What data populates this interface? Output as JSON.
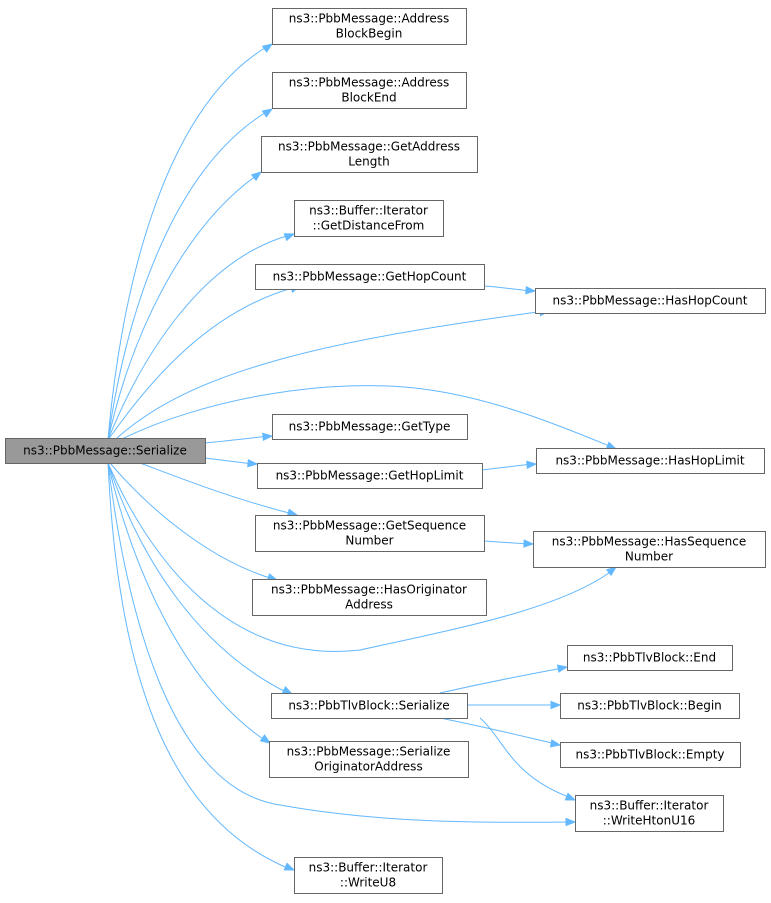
{
  "diagram": {
    "root": "ns3::PbbMessage::Serialize",
    "nodes": [
      {
        "id": "root",
        "lines": [
          "ns3::PbbMessage::Serialize"
        ],
        "root": true
      },
      {
        "id": "addrBegin",
        "lines": [
          "ns3::PbbMessage::Address",
          "BlockBegin"
        ]
      },
      {
        "id": "addrEnd",
        "lines": [
          "ns3::PbbMessage::Address",
          "BlockEnd"
        ]
      },
      {
        "id": "getAddrLen",
        "lines": [
          "ns3::PbbMessage::GetAddress",
          "Length"
        ]
      },
      {
        "id": "getDist",
        "lines": [
          "ns3::Buffer::Iterator",
          "::GetDistanceFrom"
        ]
      },
      {
        "id": "getHopCount",
        "lines": [
          "ns3::PbbMessage::GetHopCount"
        ]
      },
      {
        "id": "hasHopCount",
        "lines": [
          "ns3::PbbMessage::HasHopCount"
        ]
      },
      {
        "id": "getType",
        "lines": [
          "ns3::PbbMessage::GetType"
        ]
      },
      {
        "id": "hasHopLimit",
        "lines": [
          "ns3::PbbMessage::HasHopLimit"
        ]
      },
      {
        "id": "getHopLimit",
        "lines": [
          "ns3::PbbMessage::GetHopLimit"
        ]
      },
      {
        "id": "getSeq",
        "lines": [
          "ns3::PbbMessage::GetSequence",
          "Number"
        ]
      },
      {
        "id": "hasSeq",
        "lines": [
          "ns3::PbbMessage::HasSequence",
          "Number"
        ]
      },
      {
        "id": "hasOrig",
        "lines": [
          "ns3::PbbMessage::HasOriginator",
          "Address"
        ]
      },
      {
        "id": "tlvEnd",
        "lines": [
          "ns3::PbbTlvBlock::End"
        ]
      },
      {
        "id": "tlvSerialize",
        "lines": [
          "ns3::PbbTlvBlock::Serialize"
        ]
      },
      {
        "id": "tlvBegin",
        "lines": [
          "ns3::PbbTlvBlock::Begin"
        ]
      },
      {
        "id": "tlvEmpty",
        "lines": [
          "ns3::PbbTlvBlock::Empty"
        ]
      },
      {
        "id": "serOrig",
        "lines": [
          "ns3::PbbMessage::Serialize",
          "OriginatorAddress"
        ]
      },
      {
        "id": "writeU16",
        "lines": [
          "ns3::Buffer::Iterator",
          "::WriteHtonU16"
        ]
      },
      {
        "id": "writeU8",
        "lines": [
          "ns3::Buffer::Iterator",
          "::WriteU8"
        ]
      }
    ],
    "edges": [
      {
        "from": "root",
        "to": "addrBegin"
      },
      {
        "from": "root",
        "to": "addrEnd"
      },
      {
        "from": "root",
        "to": "getAddrLen"
      },
      {
        "from": "root",
        "to": "getDist"
      },
      {
        "from": "root",
        "to": "getHopCount"
      },
      {
        "from": "root",
        "to": "hasHopCount"
      },
      {
        "from": "root",
        "to": "hasHopLimit"
      },
      {
        "from": "root",
        "to": "getType"
      },
      {
        "from": "root",
        "to": "getHopLimit"
      },
      {
        "from": "root",
        "to": "getSeq"
      },
      {
        "from": "root",
        "to": "hasOrig"
      },
      {
        "from": "root",
        "to": "hasSeq"
      },
      {
        "from": "root",
        "to": "tlvSerialize"
      },
      {
        "from": "root",
        "to": "serOrig"
      },
      {
        "from": "root",
        "to": "writeU16"
      },
      {
        "from": "root",
        "to": "writeU8"
      },
      {
        "from": "getHopCount",
        "to": "hasHopCount"
      },
      {
        "from": "getHopLimit",
        "to": "hasHopLimit"
      },
      {
        "from": "getSeq",
        "to": "hasSeq"
      },
      {
        "from": "tlvSerialize",
        "to": "tlvEnd"
      },
      {
        "from": "tlvSerialize",
        "to": "tlvBegin"
      },
      {
        "from": "tlvSerialize",
        "to": "tlvEmpty"
      },
      {
        "from": "tlvSerialize",
        "to": "writeU16"
      }
    ],
    "colors": {
      "edge": "#63b8ff",
      "node_border": "#666666",
      "root_fill": "#999999",
      "node_fill": "#ffffff"
    }
  }
}
